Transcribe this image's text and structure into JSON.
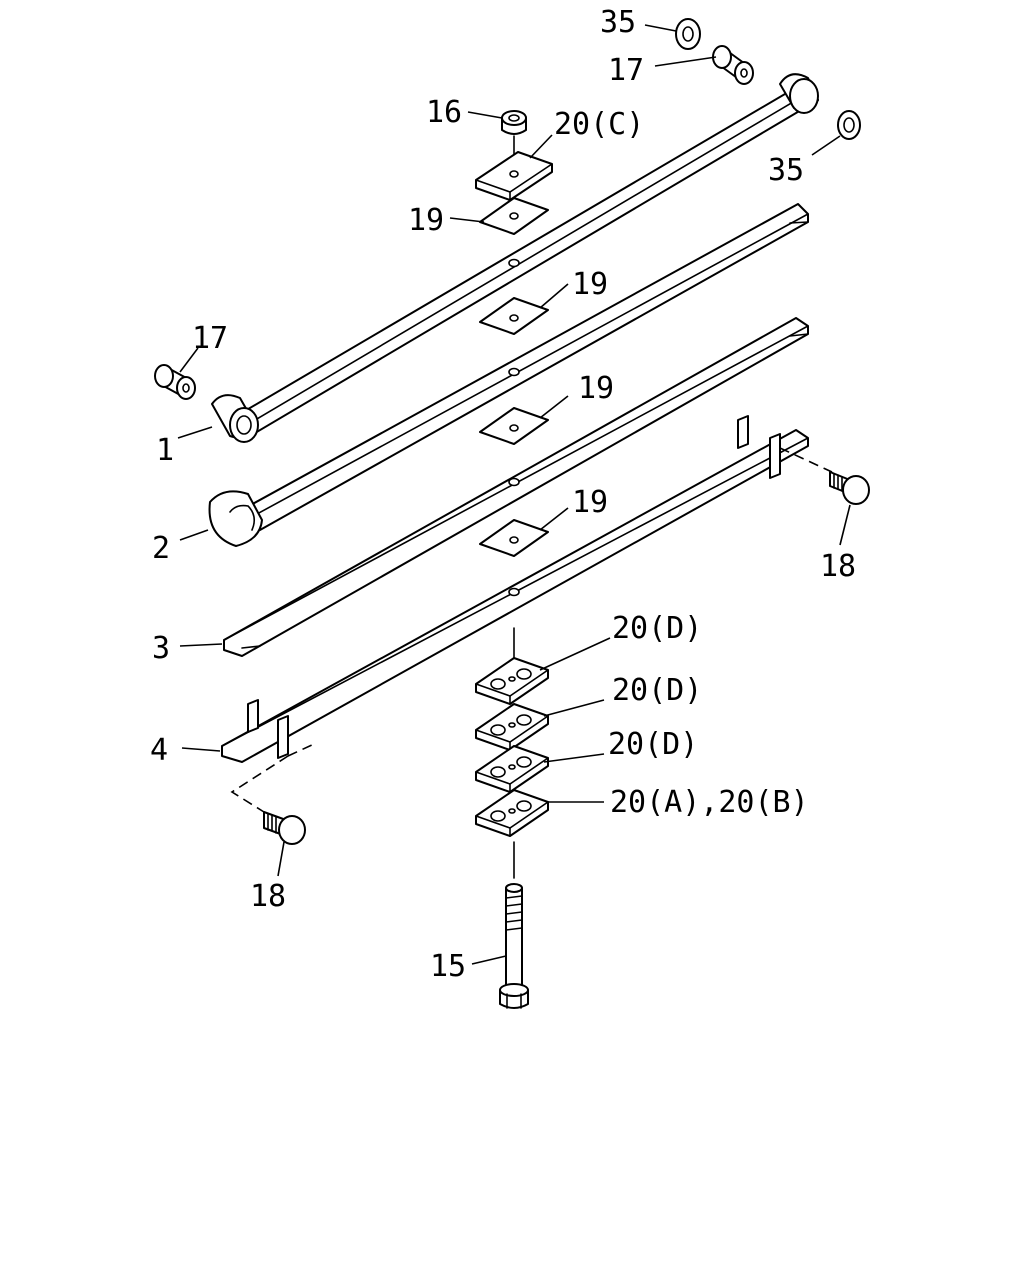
{
  "callouts": {
    "c35_top": "35",
    "c17_top": "17",
    "c16": "16",
    "c20c": "20(C)",
    "c35_right": "35",
    "c19_a": "19",
    "c19_b": "19",
    "c17_left": "17",
    "c19_c": "19",
    "c1": "1",
    "c19_d": "19",
    "c2": "2",
    "c18_right": "18",
    "c3": "3",
    "c20d_a": "20(D)",
    "c20d_b": "20(D)",
    "c4": "4",
    "c20d_c": "20(D)",
    "c20ab": "20(A),20(B)",
    "c18_left": "18",
    "c15": "15"
  }
}
